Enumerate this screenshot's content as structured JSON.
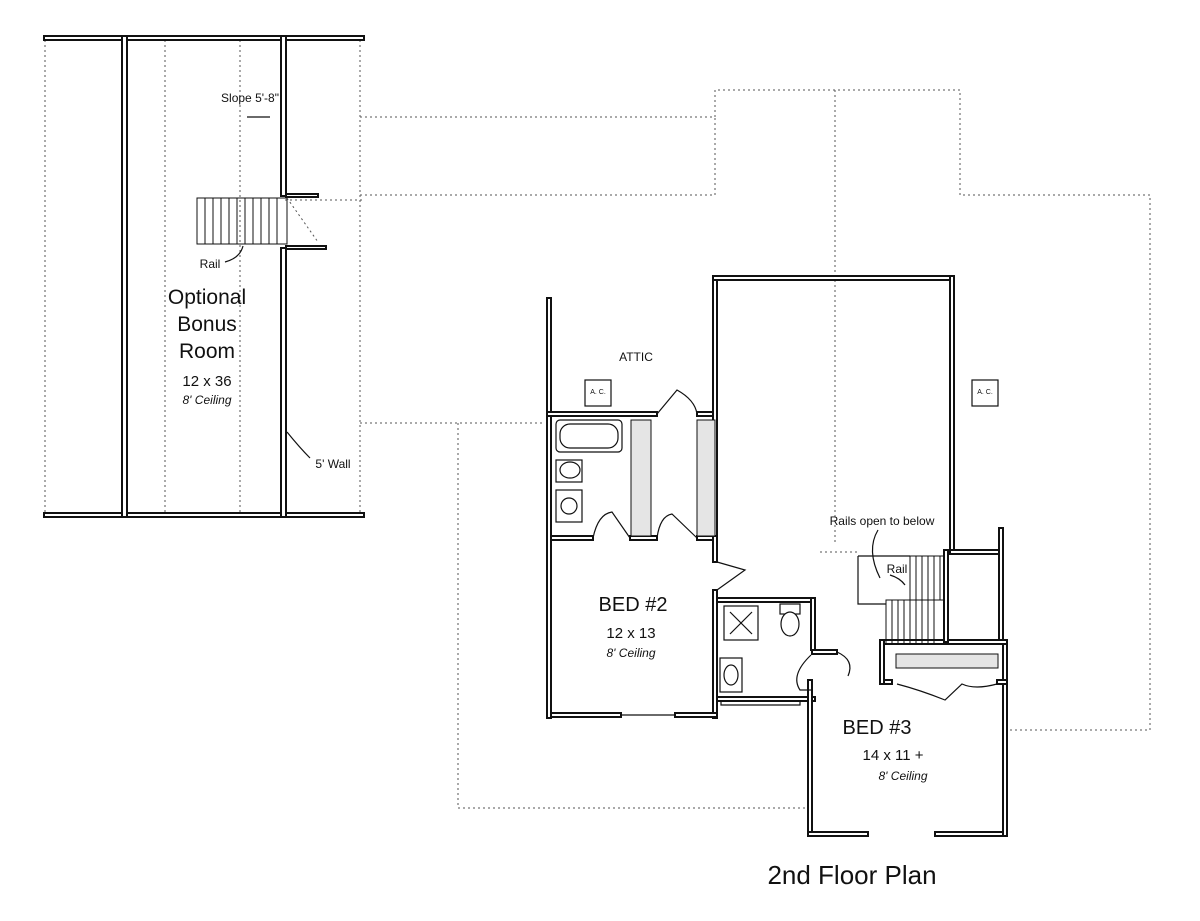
{
  "title": "2nd Floor Plan",
  "rooms": {
    "bonus": {
      "name_lines": [
        "Optional",
        "Bonus",
        "Room"
      ],
      "size": "12 x 36",
      "ceiling": "8' Ceiling"
    },
    "bed2": {
      "name": "BED #2",
      "size": "12 x 13",
      "ceiling": "8' Ceiling"
    },
    "bed3": {
      "name": "BED #3",
      "size": "14 x 11 +",
      "ceiling": "8' Ceiling"
    }
  },
  "notes": {
    "slope": "Slope 5'-8\"",
    "rail_bonus": "Rail",
    "five_wall": "5' Wall",
    "attic": "ATTIC",
    "ac_left": "A. C.",
    "ac_right": "A. C.",
    "rails_open": "Rails open to below",
    "rail_stair": "Rail"
  }
}
